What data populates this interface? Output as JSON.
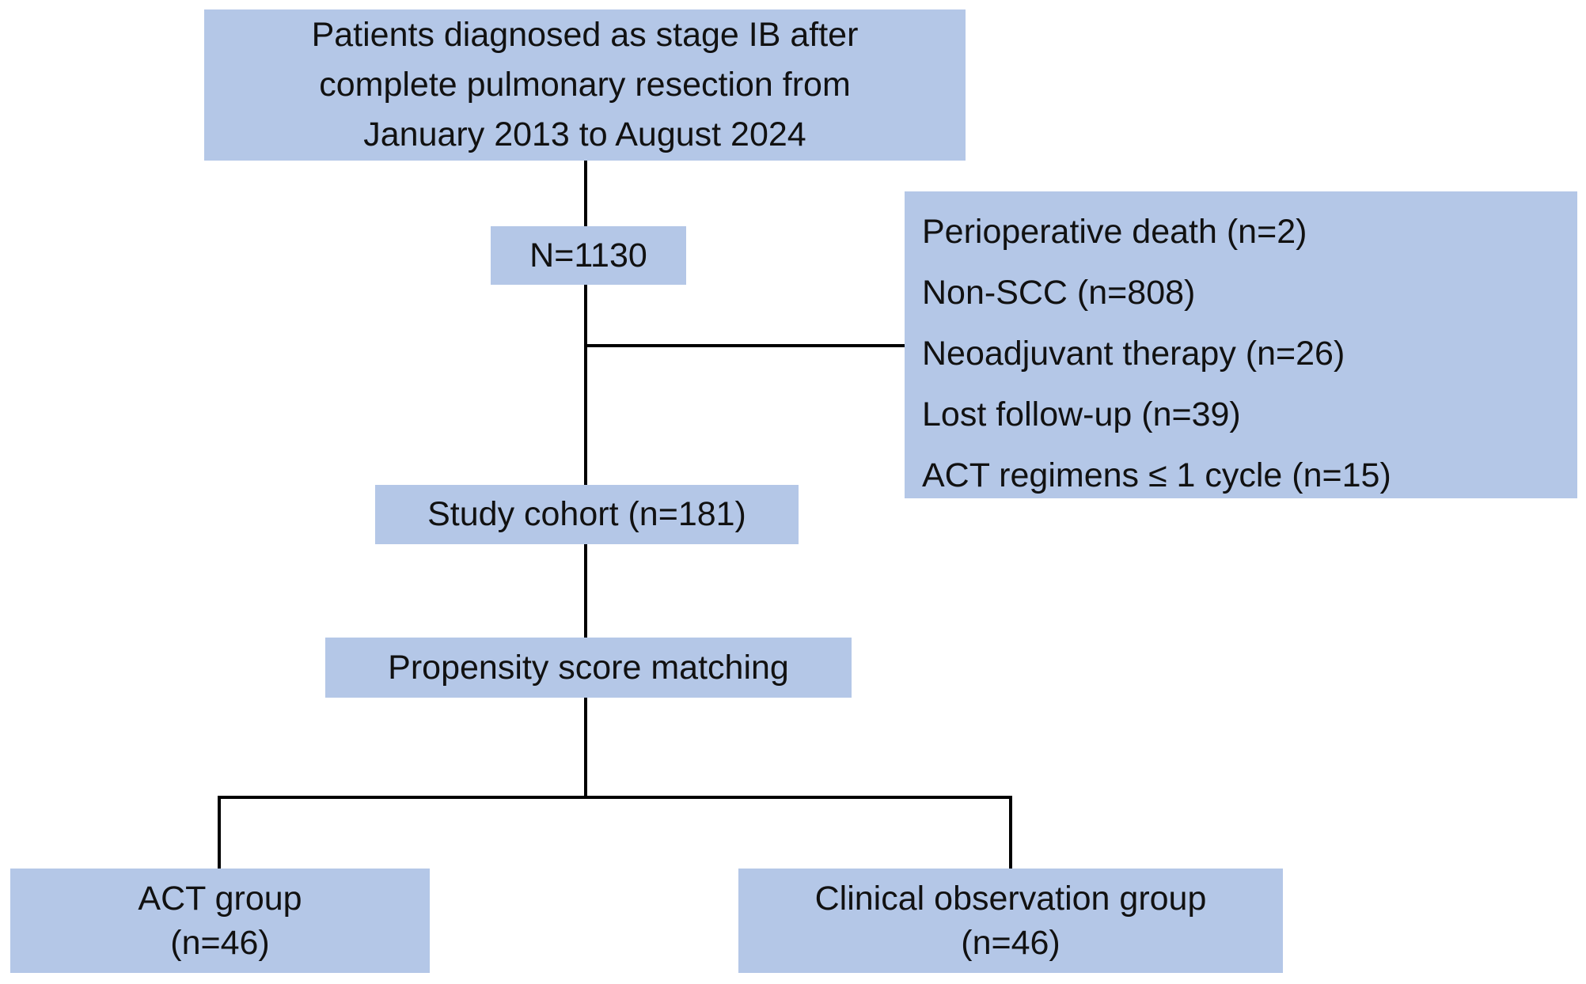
{
  "diagram": {
    "type": "flowchart",
    "colors": {
      "node_fill": "#b4c7e7",
      "connector": "#000000",
      "text": "#111111",
      "background": "#ffffff"
    },
    "nodes": {
      "enrollment": {
        "lines": [
          "Patients diagnosed as stage IB after",
          "complete pulmonary resection from",
          "January 2013 to August 2024"
        ]
      },
      "total": {
        "label": "N=1130"
      },
      "exclusions": {
        "items": [
          "Perioperative death (n=2)",
          "Non-SCC (n=808)",
          "Neoadjuvant therapy (n=26)",
          "Lost follow-up (n=39)",
          "ACT regimens ≤ 1 cycle (n=15)"
        ]
      },
      "cohort": {
        "label": "Study cohort (n=181)"
      },
      "matching": {
        "label": "Propensity score matching"
      },
      "act_group": {
        "lines": [
          "ACT group",
          "(n=46)"
        ]
      },
      "observation_group": {
        "lines": [
          "Clinical observation group",
          "(n=46)"
        ]
      }
    }
  }
}
